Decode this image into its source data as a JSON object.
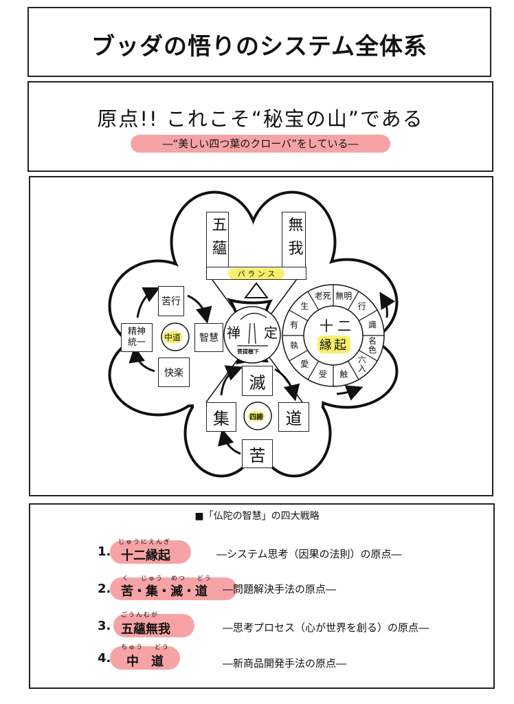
{
  "title": "ブッダの悟りのシステム全体系",
  "header": {
    "headline": "原点!! これこそ“秘宝の山”である",
    "subtitle": "―“美しい四つ葉のクローバ”をしている―"
  },
  "diagram": {
    "top_leaf": {
      "left": "五蘊",
      "right": "無我",
      "bar": "バ ラ ン ス"
    },
    "center": {
      "left": "禅",
      "right": "定",
      "caption": "菩提樹下"
    },
    "left_leaf": {
      "core": "中道",
      "top": "苦行",
      "right": "智慧",
      "left": "精神統一",
      "bottom": "快楽"
    },
    "right_leaf": {
      "core_top": "十二",
      "core_bottom": "縁起",
      "segments": [
        "無明",
        "行",
        "識",
        "名色",
        "六入",
        "触",
        "受",
        "愛",
        "執",
        "有",
        "生",
        "老死"
      ]
    },
    "bottom_leaf": {
      "core": "四諦",
      "top": "滅",
      "right": "道",
      "left": "集",
      "bottom": "苦"
    }
  },
  "strategies": {
    "heading": "■「仏陀の智慧」の四大戦略",
    "items": [
      {
        "num": "1.",
        "term": "十二縁起",
        "ruby": "じゅうにえんぎ",
        "desc": "―システム思考（因果の法則）の原点―"
      },
      {
        "num": "2.",
        "term": "苦・集・滅・道",
        "ruby": "く　 じゅう　めつ　 どう",
        "desc": "―問題解決手法の原点―"
      },
      {
        "num": "3.",
        "term": "五蘊無我",
        "ruby": "ごうんむが",
        "desc": "―思考プロセス（心が世界を創る）の原点―"
      },
      {
        "num": "4.",
        "term": "中　道",
        "ruby": "ちゅう　 どう",
        "desc": "―新商品開発手法の原点―"
      }
    ]
  },
  "colors": {
    "highlight_pink": "#f6a3a6",
    "highlight_yellow": "#f7f06a"
  }
}
